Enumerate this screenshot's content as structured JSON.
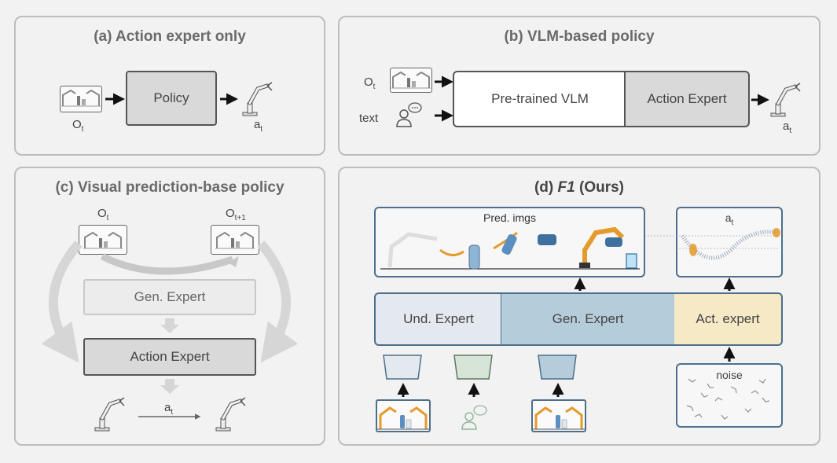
{
  "panel_a": {
    "title": "(a) Action expert only",
    "policy": "Policy",
    "obs_label": "O",
    "obs_sub": "t",
    "act_label": "a",
    "act_sub": "t"
  },
  "panel_b": {
    "title": "(b) VLM-based policy",
    "obs_label": "O",
    "obs_sub": "t",
    "text_label": "text",
    "vlm": "Pre-trained VLM",
    "action_expert": "Action Expert",
    "act_label": "a",
    "act_sub": "t"
  },
  "panel_c": {
    "title": "(c) Visual prediction-base policy",
    "obs_label": "O",
    "obs_sub": "t",
    "next_obs_label": "O",
    "next_obs_sub": "t+1",
    "gen_expert": "Gen. Expert",
    "action_expert": "Action Expert",
    "act_label": "a",
    "act_sub": "t"
  },
  "panel_d": {
    "title_prefix": "(d) ",
    "title_italic": "F1",
    "title_suffix": " (Ours)",
    "pred_imgs": "Pred. imgs",
    "act_label": "a",
    "act_sub": "t",
    "und_expert": "Und. Expert",
    "gen_expert": "Gen. Expert",
    "act_expert": "Act. expert",
    "noise": "noise"
  },
  "colors": {
    "panel_border": "#bdbdbd",
    "policy_fill": "#d9d9d9",
    "und_fill": "#e4e8ef",
    "gen_fill": "#b5ccda",
    "act_fill": "#f6e9c6",
    "frame_blue": "#4d6f8c",
    "orange": "#e49a2c"
  },
  "icons": [
    "robot-arm-icon",
    "scene-thumbnail-icon",
    "speech-person-icon",
    "noise-icon"
  ]
}
